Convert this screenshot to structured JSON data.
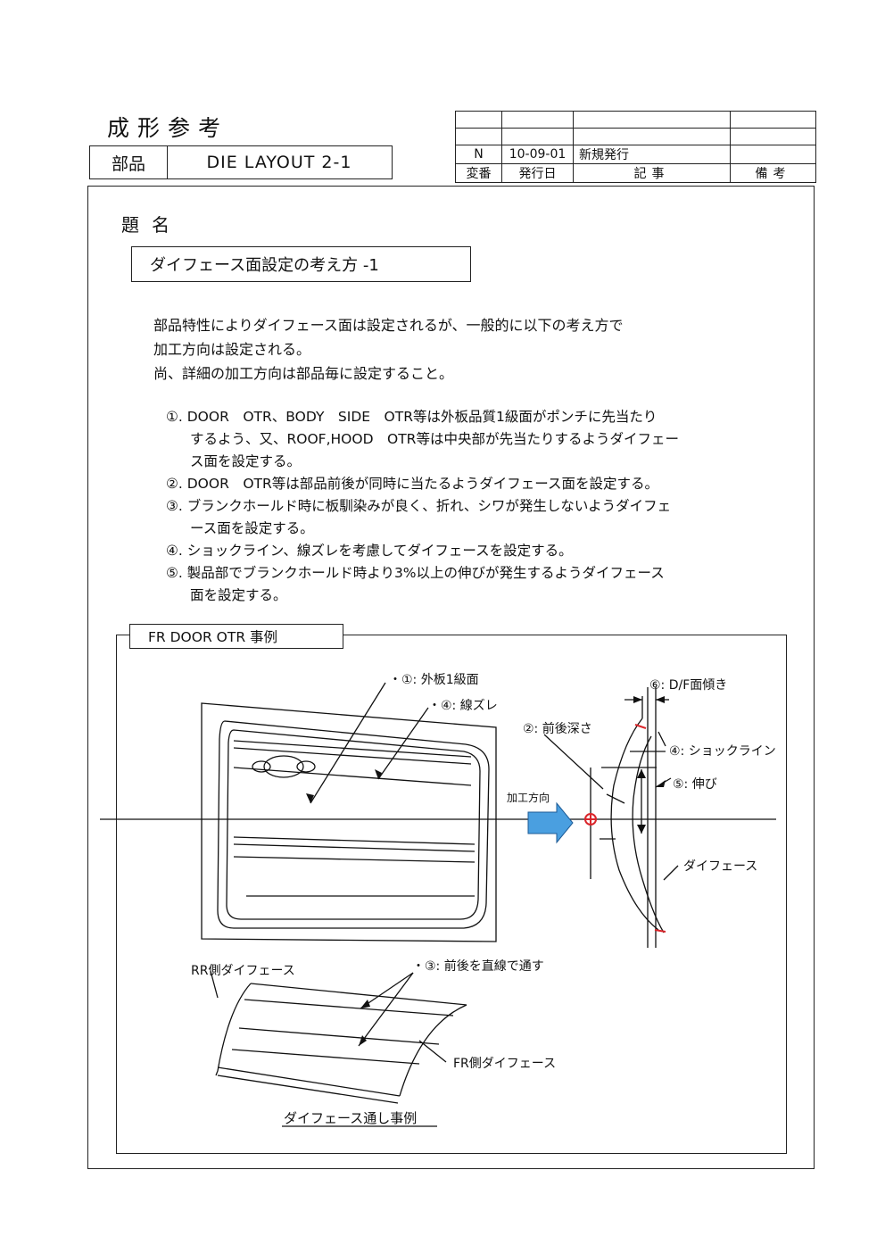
{
  "header": {
    "title": "成形参考",
    "part_label": "部品",
    "part_value": "DIE LAYOUT  2-1"
  },
  "revision_table": {
    "rows": [
      {
        "change": "",
        "date": "",
        "article": "",
        "remarks": ""
      },
      {
        "change": "",
        "date": "",
        "article": "",
        "remarks": ""
      },
      {
        "change": "N",
        "date": "10-09-01",
        "article": "新規発行",
        "remarks": ""
      }
    ],
    "header": {
      "change": "変番",
      "date": "発行日",
      "article": "記事",
      "remarks": "備考"
    }
  },
  "section": {
    "heading": "題名",
    "subtitle": "ダイフェース面設定の考え方 -1"
  },
  "intro": [
    "部品特性によりダイフェース面は設定されるが、一般的に以下の考え方で",
    "加工方向は設定される。",
    "尚、詳細の加工方向は部品毎に設定すること。"
  ],
  "items": [
    {
      "lines": [
        "①. DOOR　OTR、BODY　SIDE　OTR等は外板品質1級面がポンチに先当たり",
        "するよう、又、ROOF,HOOD　OTR等は中央部が先当たりするようダイフェー",
        "ス面を設定する。"
      ]
    },
    {
      "lines": [
        "②. DOOR　OTR等は部品前後が同時に当たるようダイフェース面を設定する。"
      ]
    },
    {
      "lines": [
        "③. ブランクホールド時に板馴染みが良く、折れ、シワが発生しないようダイフェ",
        "ース面を設定する。"
      ]
    },
    {
      "lines": [
        "④. ショックライン、線ズレを考慮してダイフェースを設定する。"
      ]
    },
    {
      "lines": [
        "⑤. 製品部でブランクホールド時より3%以上の伸びが発生するようダイフェース",
        "面を設定する。"
      ]
    }
  ],
  "example": {
    "label": "FR DOOR OTR 事例",
    "annotations": {
      "outer_panel": "・①: 外板1級面",
      "line_shift": "・④: 線ズレ",
      "fore_aft_depth": "②: 前後深さ",
      "df_tilt": "⑥: D/F面傾き",
      "shock_line": "④: ショックライン",
      "elongation": "⑤: 伸び",
      "press_direction": "加工方向",
      "die_face": "ダイフェース",
      "rr_side": "RR側ダイフェース",
      "straight_line": "・③: 前後を直線で通す",
      "fr_side": "FR側ダイフェース",
      "caption": "ダイフェース通し事例"
    }
  },
  "colors": {
    "arrow_fill": "#4a9fe0",
    "accent_red": "#d9262b",
    "line": "#111111"
  }
}
